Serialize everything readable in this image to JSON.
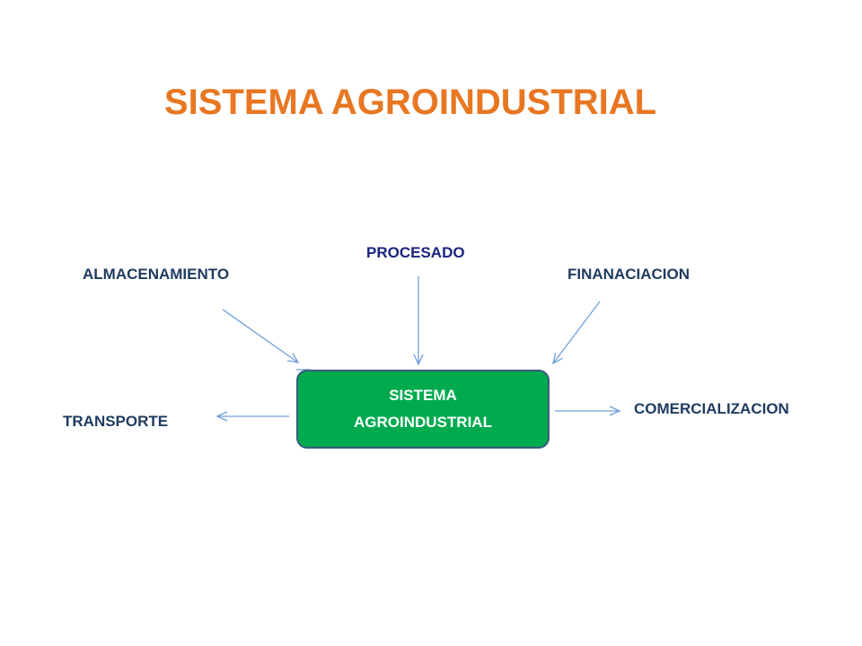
{
  "title": "SISTEMA AGROINDUSTRIAL",
  "colors": {
    "title": "#e87722",
    "label_dark": "#1f3a5f",
    "label_procesado": "#1a237e",
    "box_fill": "#00aa4f",
    "box_border": "#3a5a82",
    "box_text": "#ffffff",
    "arrow": "#6f9fd8"
  },
  "center_node": {
    "line1": "SISTEMA",
    "line2": "AGROINDUSTRIAL"
  },
  "nodes": {
    "procesado": "PROCESADO",
    "almacenamiento": "ALMACENAMIENTO",
    "financiacion": "FINANACIACION",
    "transporte": "TRANSPORTE",
    "comercializacion": "COMERCIALIZACION"
  },
  "edges": [
    {
      "from": "almacenamiento",
      "to": "center"
    },
    {
      "from": "procesado",
      "to": "center"
    },
    {
      "from": "financiacion",
      "to": "center"
    },
    {
      "from": "center",
      "to": "transporte"
    },
    {
      "from": "center",
      "to": "comercializacion"
    }
  ]
}
